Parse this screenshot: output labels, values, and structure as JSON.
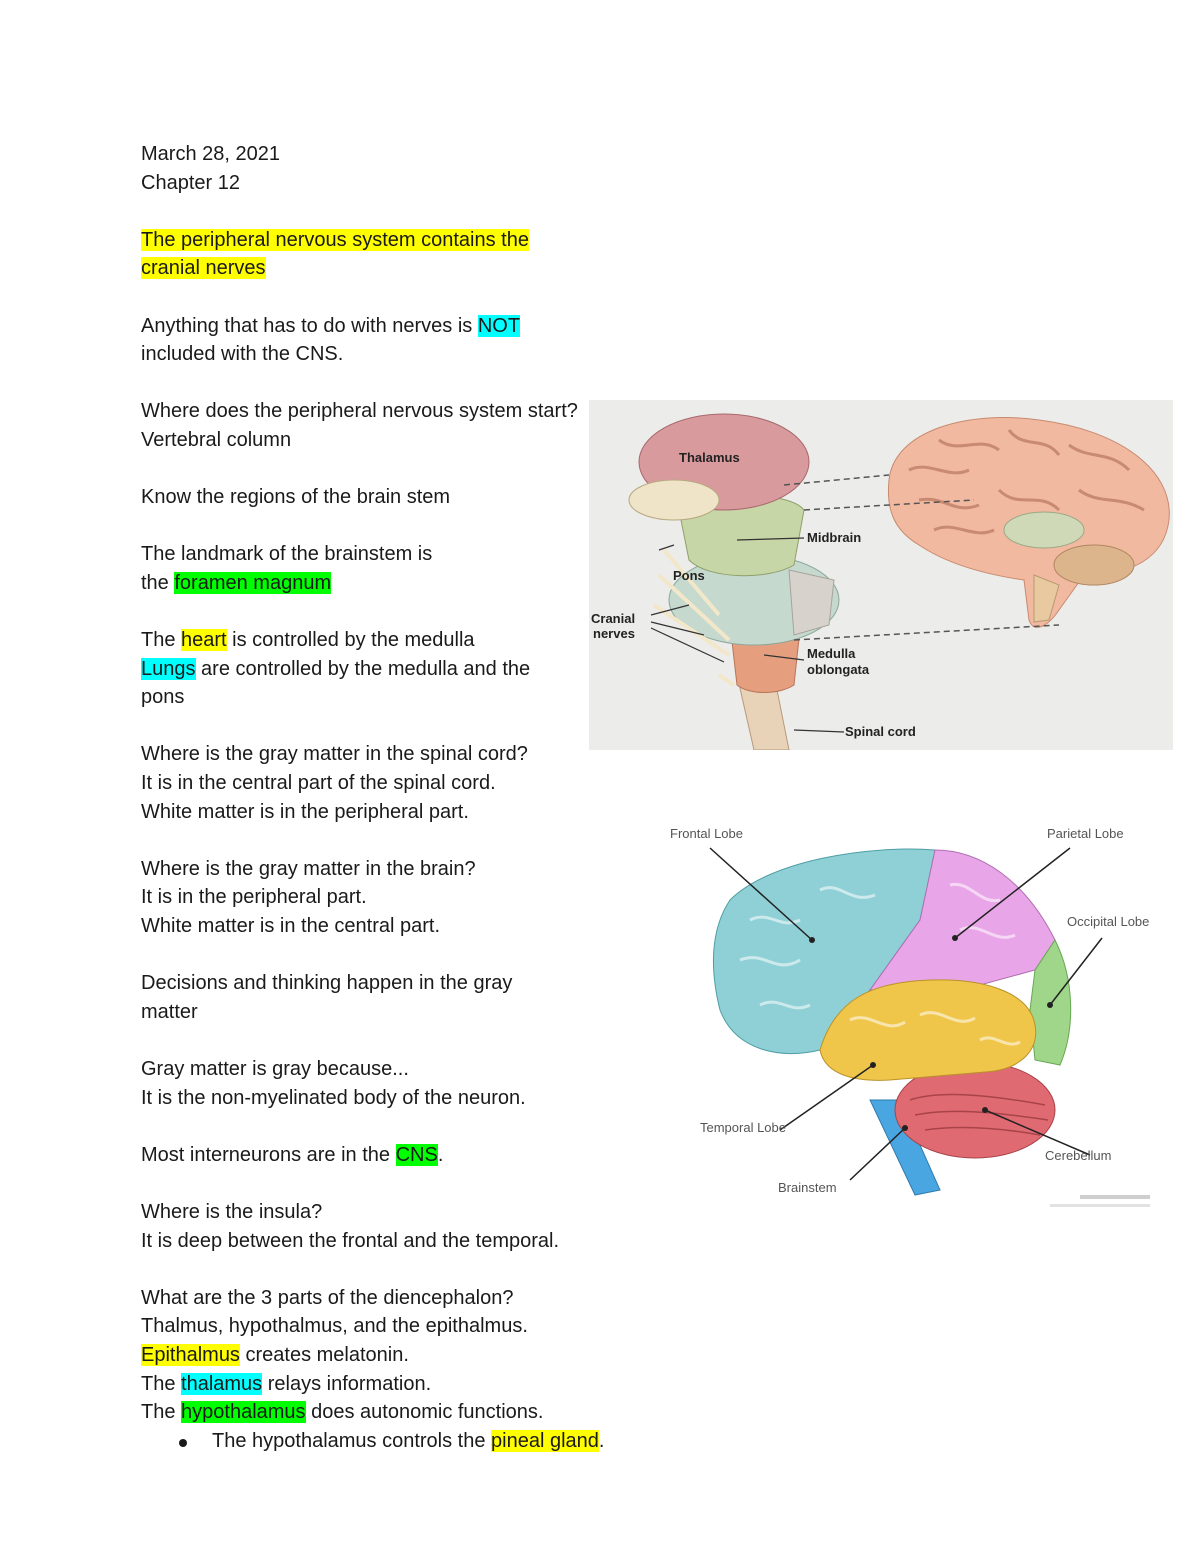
{
  "notes": {
    "date": "March 28, 2021",
    "chapter": "Chapter 12",
    "pns_line": "The peripheral nervous system contains the cranial nerves",
    "nerves_pre": "Anything that has to do with nerves is ",
    "nerves_hl": "NOT",
    "nerves_post": " included with the CNS.",
    "pns_start_q": "Where does the peripheral nervous system start?",
    "pns_start_a": "Vertebral column",
    "regions": "Know the regions of the brain stem",
    "landmark_1": "The landmark of the brainstem is",
    "landmark_pre": "the ",
    "landmark_hl": "foramen magnum",
    "heart_pre": "The ",
    "heart_hl": "heart",
    "heart_post": " is controlled by the medulla",
    "lungs_hl": "Lungs",
    "lungs_post": " are controlled by the medulla and the",
    "lungs_2": "pons",
    "gray_sc_q": "Where is the gray matter in the spinal cord?",
    "gray_sc_a": "It is in the central part of the spinal cord.",
    "white_sc": "White matter is in the peripheral part.",
    "gray_brain_q": "Where is the gray matter in the brain?",
    "gray_brain_a": "It is in the peripheral part.",
    "white_brain": "White matter is in the central part.",
    "decisions_1": "Decisions and thinking happen in the gray",
    "decisions_2": "matter",
    "gray_why_q": "Gray matter is gray because...",
    "gray_why_a": "It is the non-myelinated body of the neuron.",
    "inter_pre": "Most interneurons are in the ",
    "inter_hl": "CNS",
    "inter_post": ".",
    "insula_q": "Where is the insula?",
    "insula_a": "It is deep between the frontal and the temporal.",
    "dien_q": "What are the 3 parts of the diencephalon?",
    "dien_a": "Thalmus, hypothalmus, and the epithalmus.",
    "epi_hl": "Epithalmus",
    "epi_post": " creates melatonin.",
    "thal_pre": "The ",
    "thal_hl": "thalamus",
    "thal_post": " relays information.",
    "hypo_pre": "The ",
    "hypo_hl": "hypothalamus",
    "hypo_post": " does autonomic functions.",
    "bullet_pre": "The hypothalamus controls the ",
    "bullet_hl": "pineal gland",
    "bullet_post": "."
  },
  "figure1": {
    "labels": {
      "thalamus": "Thalamus",
      "midbrain": "Midbrain",
      "pons": "Pons",
      "cranial_1": "Cranial",
      "cranial_2": "nerves",
      "medulla_1": "Medulla",
      "medulla_2": "oblongata",
      "spinal": "Spinal cord"
    }
  },
  "figure2": {
    "labels": {
      "frontal": "Frontal Lobe",
      "parietal": "Parietal Lobe",
      "occipital": "Occipital Lobe",
      "temporal": "Temporal Lobe",
      "cerebellum": "Cerebellum",
      "brainstem": "Brainstem"
    }
  },
  "colors": {
    "highlight_yellow": "#ffff00",
    "highlight_cyan": "#00ffff",
    "highlight_green": "#00ff00",
    "frontal": "#8fd0d6",
    "parietal": "#e8a6e8",
    "occipital": "#9fd68a",
    "temporal": "#f0c64a",
    "cerebellum": "#e06a72",
    "brainstem": "#4aa6e0"
  }
}
